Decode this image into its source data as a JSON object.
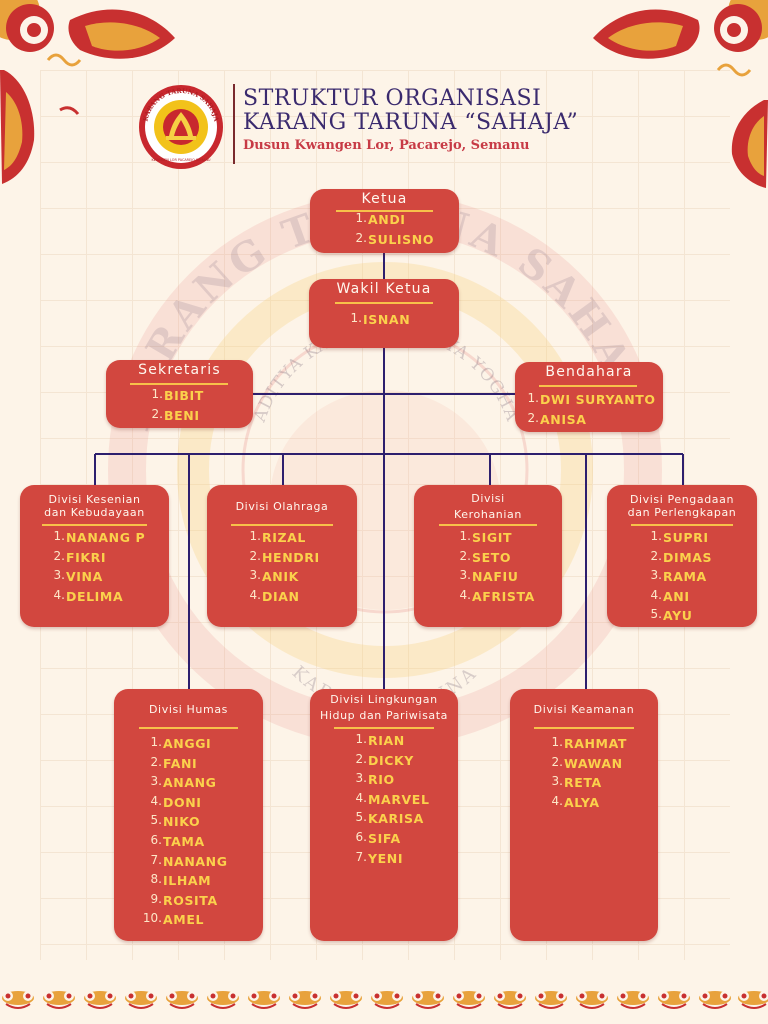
{
  "header": {
    "title_line1": "STRUKTUR ORGANISASI",
    "title_line2": "KARANG TARUNA “SAHAJA”",
    "subtitle": "Dusun Kwangen Lor, Pacarejo, Semanu"
  },
  "logo": {
    "ring_text": "KARANG TARUNA SAHAJA",
    "bottom_text": "KWANGEN LOR PACAREJO SEMANU"
  },
  "watermark": {
    "top_text": "KARANG TARUNA SAHAJA",
    "inner_text": "ADITYA KARYA MAHATYA YOGHA",
    "lower_text": "KARANG TARUNA"
  },
  "colors": {
    "box": "#d2473f",
    "box_title": "#fff7ee",
    "member_name": "#fbd14c",
    "underline": "#f7c14a",
    "connector": "#2d1f6e",
    "title": "#3a2a6e",
    "subtitle": "#c73a45",
    "background": "#fdf4e8"
  },
  "ketua": {
    "title": "Ketua",
    "members": [
      "ANDI",
      "SULISNO"
    ]
  },
  "wakil": {
    "title": "Wakil Ketua",
    "members": [
      "ISNAN"
    ]
  },
  "sekretaris": {
    "title": "Sekretaris",
    "members": [
      "BIBIT",
      "BENI"
    ]
  },
  "bendahara": {
    "title": "Bendahara",
    "members": [
      "DWI SURYANTO",
      "ANISA"
    ]
  },
  "kesenian": {
    "title_line1": "Divisi Kesenian",
    "title_line2": "dan Kebudayaan",
    "members": [
      "NANANG P",
      "FIKRI",
      "VINA",
      "DELIMA"
    ]
  },
  "olahraga": {
    "title": "Divisi Olahraga",
    "members": [
      "RIZAL",
      "HENDRI",
      "ANIK",
      "DIAN"
    ]
  },
  "kerohanian": {
    "title_line1": "Divisi",
    "title_line2": "Kerohanian",
    "members": [
      "SIGIT",
      "SETO",
      "NAFIU",
      "AFRISTA"
    ]
  },
  "pengadaan": {
    "title_line1": "Divisi Pengadaan",
    "title_line2": "dan Perlengkapan",
    "members": [
      "SUPRI",
      "DIMAS",
      "RAMA",
      "ANI",
      "AYU"
    ]
  },
  "humas": {
    "title": "Divisi Humas",
    "members": [
      "ANGGI",
      "FANI",
      "ANANG",
      "DONI",
      "NIKO",
      "TAMA",
      "NANANG",
      "ILHAM",
      "ROSITA",
      "AMEL"
    ]
  },
  "lingkungan": {
    "title_line1": "Divisi Lingkungan",
    "title_line2": "Hidup dan Pariwisata",
    "members": [
      "RIAN",
      "DICKY",
      "RIO",
      "MARVEL",
      "KARISA",
      "SIFA",
      "YENI"
    ]
  },
  "keamanan": {
    "title": "Divisi Keamanan",
    "members": [
      "RAHMAT",
      "WAWAN",
      "RETA",
      "ALYA"
    ]
  }
}
